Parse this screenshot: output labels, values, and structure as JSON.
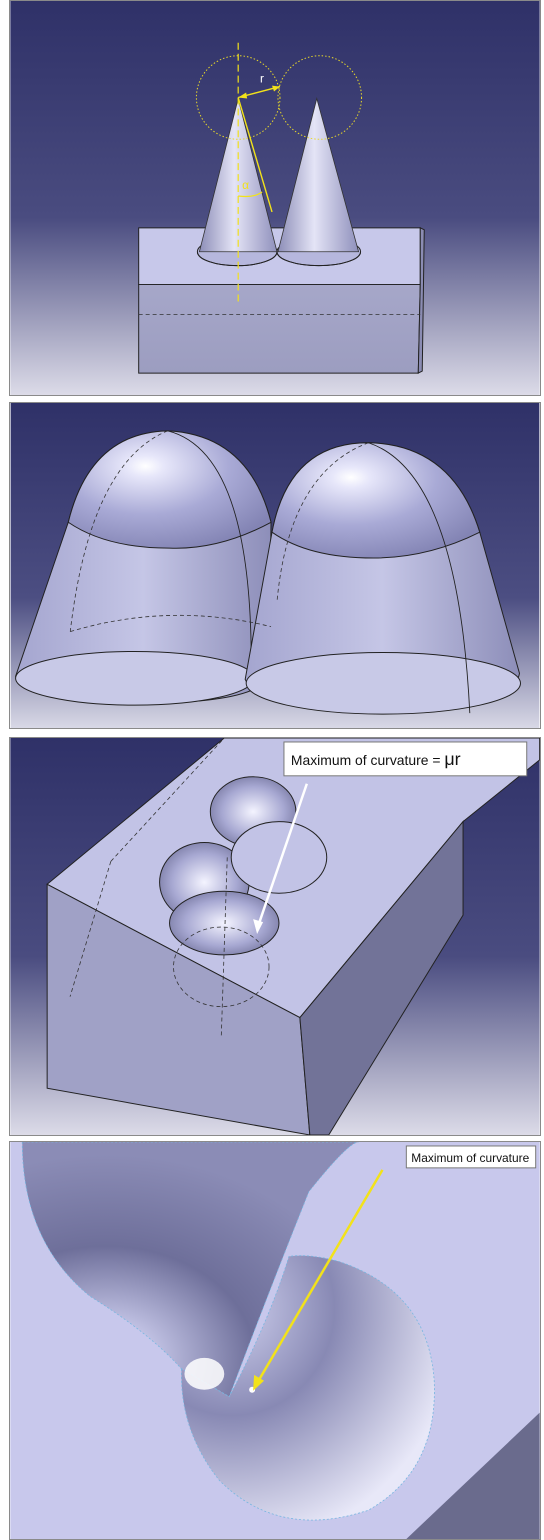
{
  "panels": [
    {
      "name": "two-cones-on-block",
      "labels": {
        "radius": "r",
        "angle": "α"
      }
    },
    {
      "name": "two-domed-tools"
    },
    {
      "name": "block-with-double-pocket",
      "callout": {
        "prefix": "Maximum of curvature = ",
        "symbol": "μr"
      }
    },
    {
      "name": "pocket-closeup",
      "callout": {
        "text": "Maximum of curvature"
      }
    }
  ],
  "colors": {
    "background_top": "#2f3168",
    "background_bottom": "#d8d8e6",
    "part_light": "#c9c9ec",
    "part_face": "#a9aad0",
    "dimension_yellow": "#f2e21a",
    "callout_white": "#ffffff"
  }
}
